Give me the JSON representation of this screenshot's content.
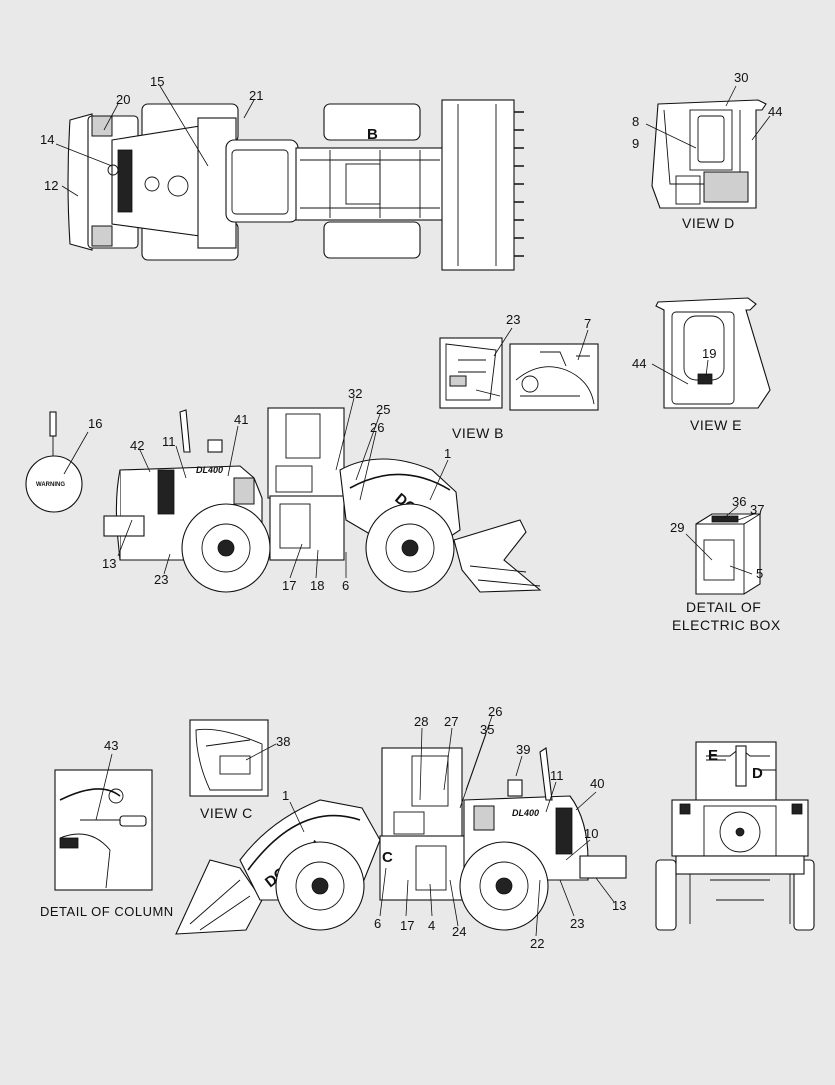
{
  "callouts_top_view": [
    "20",
    "15",
    "21",
    "14",
    "12"
  ],
  "view_b": {
    "title": "VIEW  B",
    "callouts": [
      "23",
      "7"
    ],
    "marker": "B"
  },
  "view_d": {
    "title": "VIEW  D",
    "callouts": [
      "30",
      "8",
      "9",
      "44"
    ]
  },
  "view_e": {
    "title": "VIEW  E",
    "callouts": [
      "44",
      "19"
    ]
  },
  "decal_16": {
    "callout": "16",
    "text": "WARNING"
  },
  "side_left": {
    "callouts": [
      "32",
      "25",
      "41",
      "26",
      "42",
      "11",
      "1",
      "13",
      "23",
      "17",
      "18",
      "6"
    ],
    "model": "DL400",
    "brand": "DOOSAN"
  },
  "electric_box": {
    "title_line1": "DETAIL OF",
    "title_line2": "ELECTRIC BOX",
    "callouts": [
      "36",
      "37",
      "29",
      "5"
    ]
  },
  "detail_column": {
    "title": "DETAIL OF COLUMN",
    "callouts": [
      "43"
    ]
  },
  "view_c": {
    "title": "VIEW  C",
    "callouts": [
      "38"
    ],
    "marker": "C"
  },
  "side_right": {
    "callouts": [
      "26",
      "28",
      "27",
      "35",
      "39",
      "11",
      "40",
      "1",
      "10",
      "6",
      "17",
      "4",
      "24",
      "22",
      "23",
      "13"
    ],
    "model": "DL400",
    "brand": "DOOSAN"
  },
  "rear_view": {
    "markers": [
      "E",
      "D"
    ]
  }
}
